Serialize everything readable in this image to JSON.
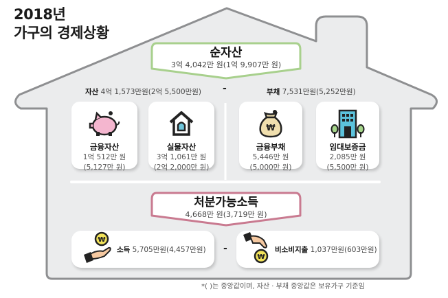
{
  "title": {
    "line1": "2018년",
    "line2": "가구의 경제상황"
  },
  "net_assets": {
    "label": "순자산",
    "value": "3억 4,042만 원(1억 9,907만 원)",
    "border_color": "#a8d08d"
  },
  "assets_summary": {
    "label": "자산",
    "value": "4억 1,573만원(2억 5,500만원)"
  },
  "operator_minus": "-",
  "liabilities_summary": {
    "label": "부채",
    "value": "7,531만원(5,252만원)"
  },
  "cards": [
    {
      "label": "금융자산",
      "value": "1억 512만 원",
      "median": "(5,127만 원)",
      "icon": "piggy-bank-icon"
    },
    {
      "label": "실물자산",
      "value": "3억 1,061만 원",
      "median": "(2억 2,000만 원)",
      "icon": "house-icon"
    },
    {
      "label": "금융부채",
      "value": "5,446만 원",
      "median": "(5,000만 원)",
      "icon": "money-bag-icon"
    },
    {
      "label": "임대보증금",
      "value": "2,085만 원",
      "median": "(5,500만 원)",
      "icon": "building-icon"
    }
  ],
  "disposable_income": {
    "label": "처분가능소득",
    "value": "4,668만 원(3,719만 원)",
    "border_color": "#c97a90"
  },
  "income": {
    "label": "소득",
    "value": "5,705만원(4,457만원)",
    "icon": "hand-receiving-coin-icon"
  },
  "non_consumption": {
    "label": "비소비지출",
    "value": "1,037만원(603만원)",
    "icon": "hand-giving-coin-icon"
  },
  "footnote": "*( )는 중앙값이며, 자산 · 부채 중앙값은 보유가구 기준임",
  "colors": {
    "house_fill": "#ebeced",
    "house_stroke": "#8e8f91",
    "pig_pink": "#f4b6cf",
    "coin_yellow": "#f2e35a",
    "building_blue": "#5cc3dc",
    "bag_tan": "#f0dfae",
    "skin": "#f5c8a0"
  }
}
